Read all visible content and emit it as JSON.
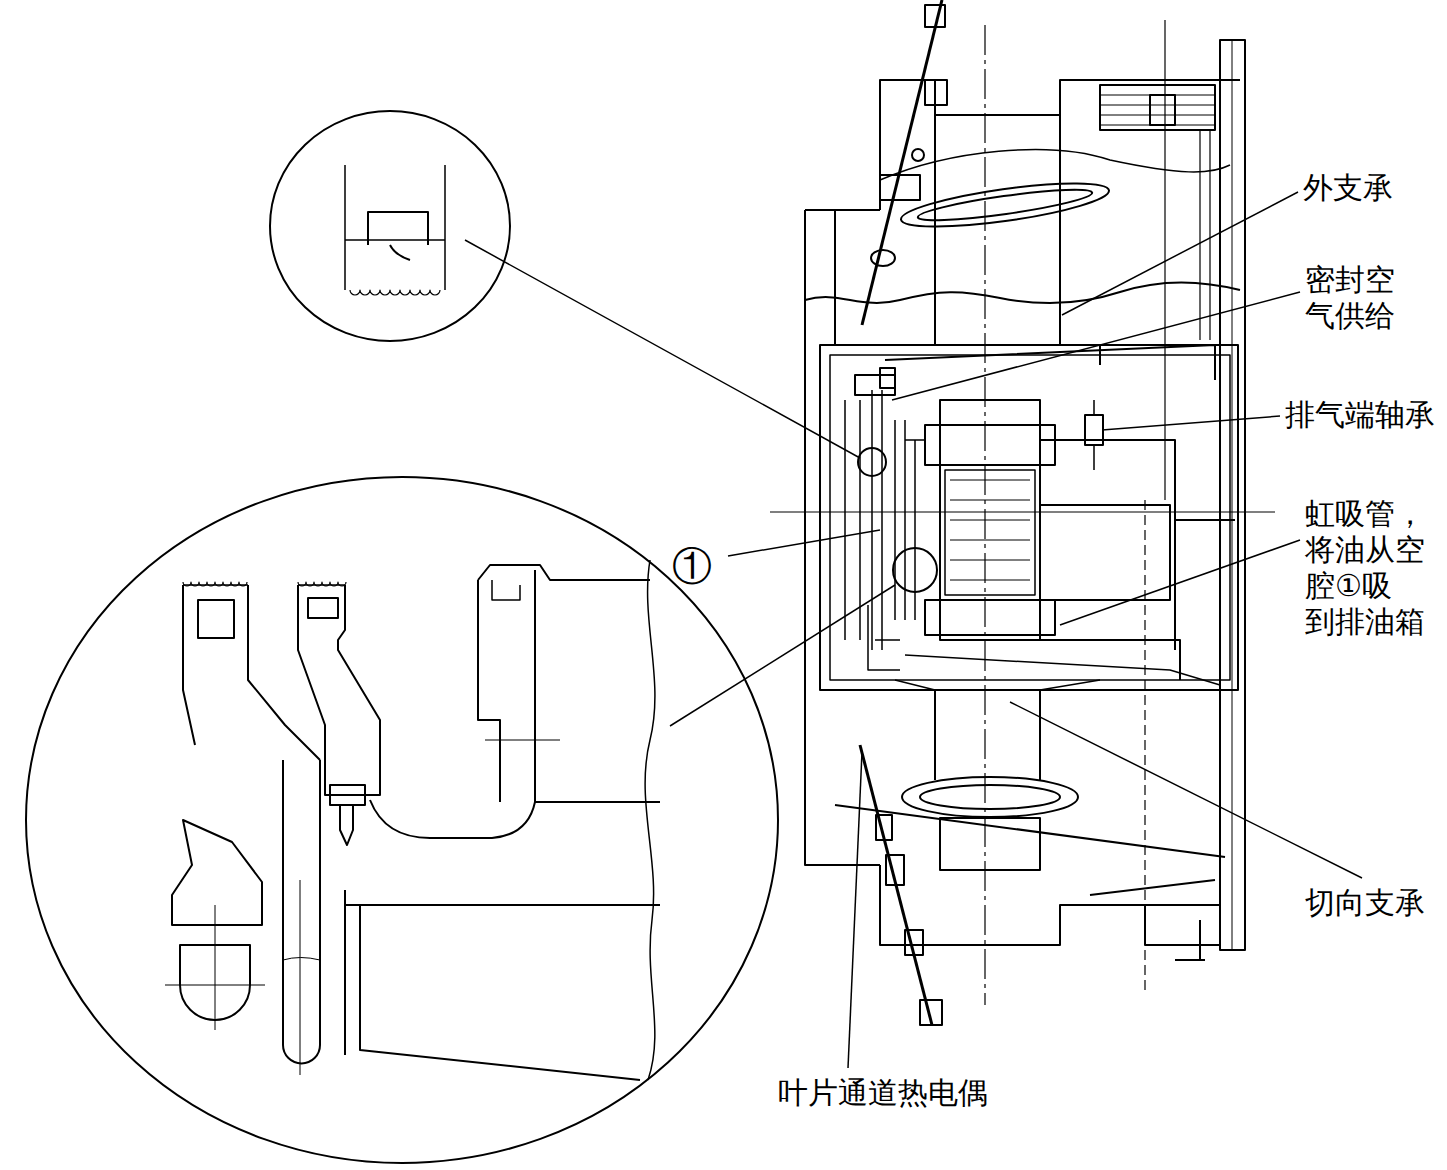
{
  "diagram": {
    "labels": [
      "外支承",
      "密封空 气供给",
      "排气端轴承",
      "虹吸管， 将油从空 腔①吸 到排油箱",
      "①",
      "切向支承",
      "叶片通道热电偶"
    ]
  }
}
